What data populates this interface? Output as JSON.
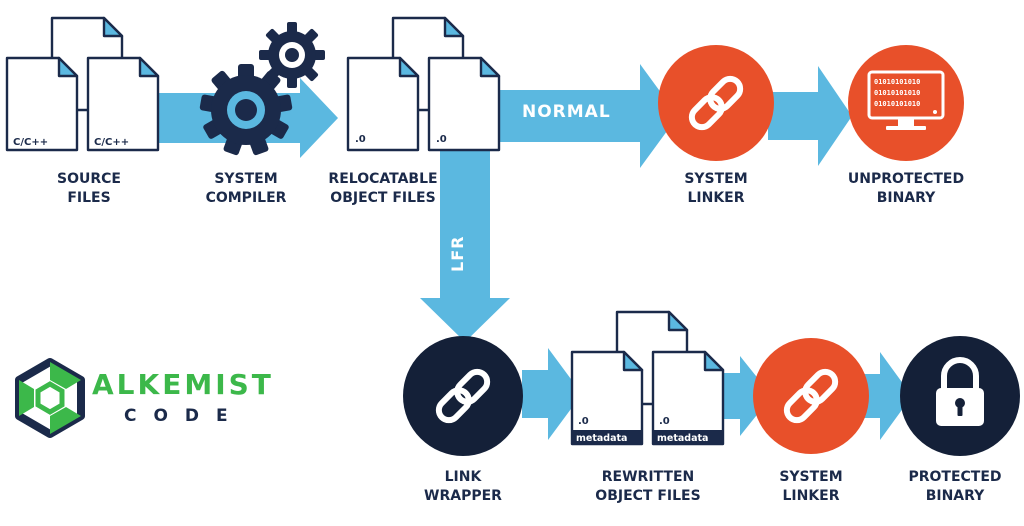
{
  "stages": {
    "source_files": {
      "line1": "SOURCE",
      "line2": "FILES"
    },
    "system_compiler": {
      "line1": "SYSTEM",
      "line2": "COMPILER"
    },
    "relocatable_object_files": {
      "line1": "RELOCATABLE",
      "line2": "OBJECT FILES"
    },
    "system_linker_top": {
      "line1": "SYSTEM",
      "line2": "LINKER"
    },
    "unprotected_binary": {
      "line1": "UNPROTECTED",
      "line2": "BINARY"
    },
    "link_wrapper": {
      "line1": "LINK",
      "line2": "WRAPPER"
    },
    "rewritten_object_files": {
      "line1": "REWRITTEN",
      "line2": "OBJECT FILES"
    },
    "system_linker_bottom": {
      "line1": "SYSTEM",
      "line2": "LINKER"
    },
    "protected_binary": {
      "line1": "PROTECTED",
      "line2": "BINARY"
    }
  },
  "documents": {
    "source_label": "C/C++",
    "object_label": ".0",
    "metadata_label": "metadata"
  },
  "binary_lines": [
    "01010101010",
    "01010101010",
    "01010101010"
  ],
  "flow": {
    "normal": "NORMAL",
    "lfr": "LFR"
  },
  "brand": {
    "name": "ALKEMIST",
    "sub": "CODE"
  },
  "icons": {
    "compiler": "gear-icon",
    "linker": "chain-link-icon",
    "unprotected": "monitor-icon",
    "protected": "padlock-icon",
    "logo": "hexagon-cube-logo"
  },
  "colors": {
    "navy": "#1b2a4a",
    "arrow": "#5bb8e0",
    "orange": "#e8502a",
    "dark_circle": "#142038",
    "doc_corner": "#5bb8e0",
    "brand_green": "#3cb84a",
    "brand_dark": "#1b2a4a"
  }
}
